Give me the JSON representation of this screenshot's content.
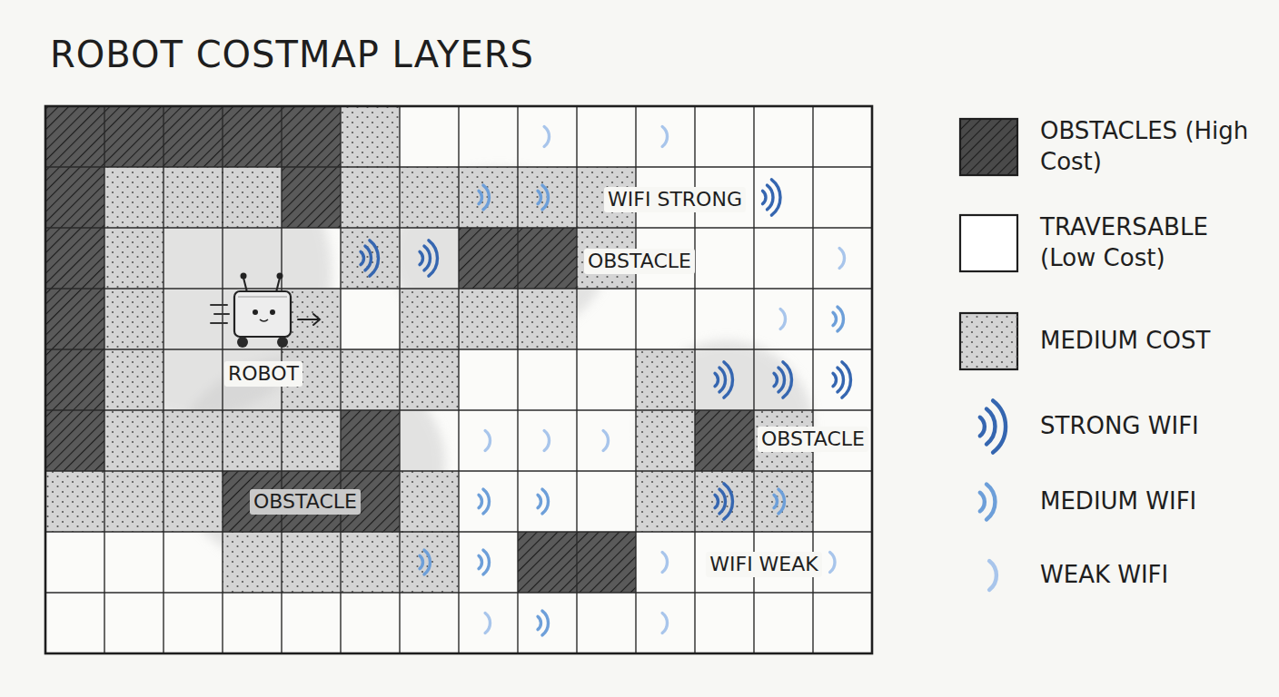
{
  "diagram": {
    "title": "ROBOT COSTMAP LAYERS",
    "labels": [
      "WIFI STRONG",
      "OBSTACLE",
      "ROBOT",
      "OBSTACLE",
      "OBSTACLE",
      "WIFI WEAK"
    ],
    "legend": [
      {
        "text": "OBSTACLES (High Cost)",
        "color": "#4a4a4a"
      },
      {
        "text": "TRAVERSABLE (Low Cost)",
        "color": "#ffffff"
      },
      {
        "text": "MEDIUM COST",
        "color": "#d4d4d4"
      },
      {
        "text": "STRONG WIFI"
      },
      {
        "text": "MEDIUM WIFI"
      },
      {
        "text": "WEAK WIFI"
      }
    ]
  }
}
